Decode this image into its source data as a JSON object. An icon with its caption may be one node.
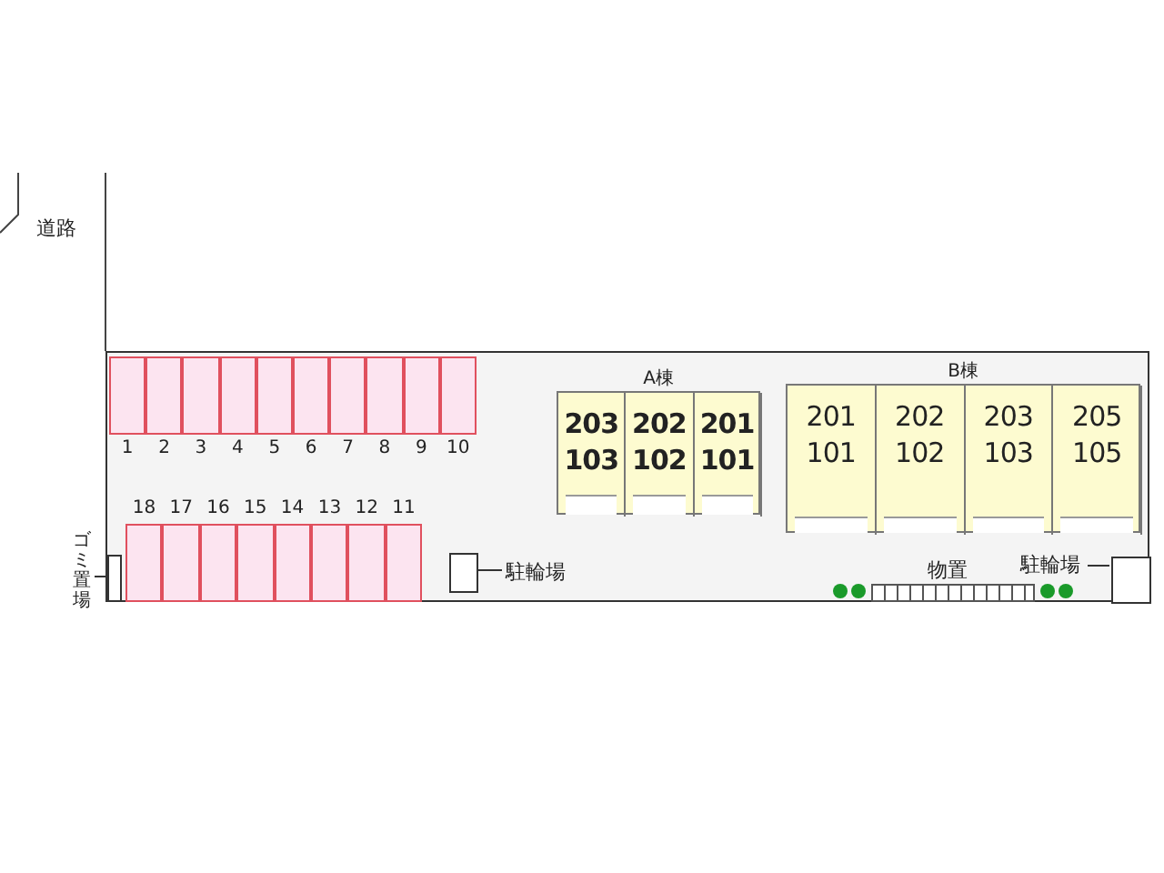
{
  "diagram": {
    "nodes": [
      {
        "text": [],
        "shape": "box"
      },
      {
        "text": [],
        "shape": "box",
        "in": 0,
        "beside": [
          "1"
        ]
      },
      {
        "text": [],
        "shape": "box",
        "in": 0,
        "beside": [
          "2"
        ]
      },
      {
        "text": [],
        "shape": "box",
        "in": 0,
        "beside": [
          "3"
        ]
      },
      {
        "text": [],
        "shape": "box",
        "in": 0,
        "beside": [
          "4"
        ]
      },
      {
        "text": [],
        "shape": "box",
        "in": 0,
        "beside": [
          "5"
        ]
      },
      {
        "text": [],
        "shape": "box",
        "in": 0,
        "beside": [
          "6"
        ]
      },
      {
        "text": [],
        "shape": "box",
        "in": 0,
        "beside": [
          "7"
        ]
      },
      {
        "text": [],
        "shape": "box",
        "in": 0,
        "beside": [
          "8"
        ]
      },
      {
        "text": [],
        "shape": "box",
        "in": 0,
        "beside": [
          "9"
        ]
      },
      {
        "text": [],
        "shape": "box",
        "in": 0,
        "beside": [
          "10"
        ]
      },
      {
        "text": [],
        "shape": "box",
        "in": 0,
        "beside": [
          "18"
        ]
      },
      {
        "text": [],
        "shape": "box",
        "in": 0,
        "beside": [
          "17"
        ]
      },
      {
        "text": [],
        "shape": "box",
        "in": 0,
        "beside": [
          "16"
        ]
      },
      {
        "text": [],
        "shape": "box",
        "in": 0,
        "beside": [
          "15"
        ]
      },
      {
        "text": [],
        "shape": "box",
        "in": 0,
        "beside": [
          "14"
        ]
      },
      {
        "text": [],
        "shape": "box",
        "in": 0,
        "beside": [
          "13"
        ]
      },
      {
        "text": [],
        "shape": "box",
        "in": 0,
        "beside": [
          "12"
        ]
      },
      {
        "text": [],
        "shape": "box",
        "in": 0,
        "beside": [
          "11"
        ]
      },
      {
        "text": [
          "A棟"
        ],
        "in": 0
      },
      {
        "text": [
          "203",
          "103"
        ],
        "in": 19
      },
      {
        "text": [
          "202",
          "102"
        ],
        "in": 19
      },
      {
        "text": [
          "201",
          "101"
        ],
        "in": 19
      },
      {
        "text": [
          "B棟"
        ],
        "in": 0
      },
      {
        "text": [
          "201",
          "101"
        ],
        "in": 23
      },
      {
        "text": [
          "202",
          "102"
        ],
        "in": 23
      },
      {
        "text": [
          "203",
          "103"
        ],
        "in": 23
      },
      {
        "text": [
          "205",
          "105"
        ],
        "in": 23
      },
      {
        "text": [],
        "shape": "box",
        "in": 0
      },
      {
        "text": [],
        "shape": "box",
        "in": 0
      },
      {
        "text": [
          "駐輪場"
        ],
        "in": 0
      },
      {
        "text": [
          "物置"
        ],
        "in": 0
      },
      {
        "text": [
          "駐輪場"
        ],
        "in": 0
      },
      {
        "text": [],
        "shape": "box",
        "in": 0
      },
      {
        "text": [
          "ゴミ置場"
        ]
      }
    ],
    "edges": [
      {
        "from": 30,
        "to": 29,
        "arrow": "none"
      },
      {
        "from": 32,
        "to": 33,
        "arrow": "none"
      },
      {
        "from": 34,
        "to": 28,
        "arrow": "none"
      }
    ],
    "labels": [
      "道路"
    ]
  }
}
